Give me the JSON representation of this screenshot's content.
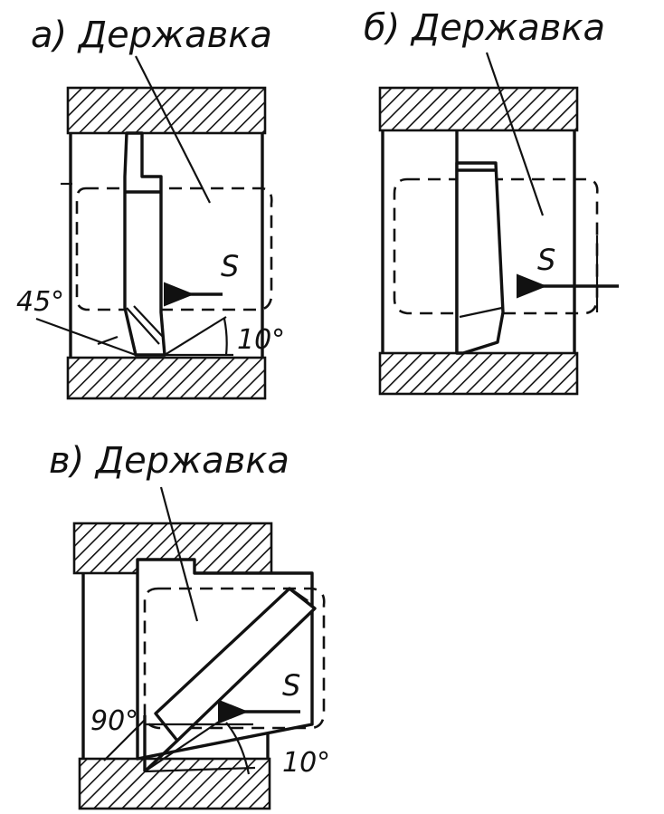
{
  "panels": [
    {
      "id": "a",
      "label": "а)  Державка",
      "angles": [
        "45°",
        "10°"
      ],
      "feed": "S"
    },
    {
      "id": "b",
      "label": "б)  Державка",
      "angles": [],
      "feed": "S"
    },
    {
      "id": "v",
      "label": "в)  Державка",
      "angles": [
        "90°",
        "10°"
      ],
      "feed": "S"
    }
  ]
}
